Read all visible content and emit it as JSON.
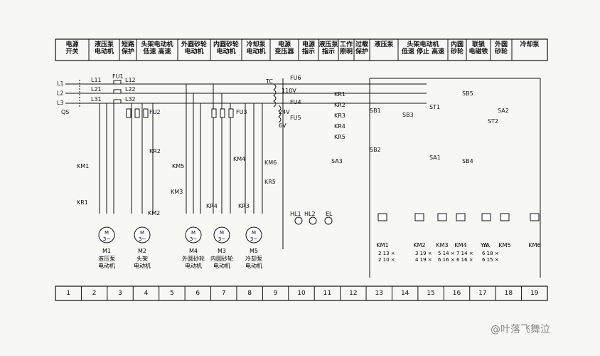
{
  "header": [
    {
      "top": "电源",
      "bottom": "开关"
    },
    {
      "top": "液压泵",
      "bottom": "电动机"
    },
    {
      "top": "短路",
      "bottom": "保护"
    },
    {
      "top": "头架电动机",
      "bottom": "低速 高速"
    },
    {
      "top": "外圆砂轮",
      "bottom": "电动机"
    },
    {
      "top": "内圆砂轮",
      "bottom": "电动机"
    },
    {
      "top": "冷却泵",
      "bottom": "电动机"
    },
    {
      "top": "电源",
      "bottom": "变压器"
    },
    {
      "top": "电源",
      "bottom": "指示"
    },
    {
      "top": "液压泵",
      "bottom": "指示"
    },
    {
      "top": "工作",
      "bottom": "照明"
    },
    {
      "top": "过载",
      "bottom": "保护"
    },
    {
      "top": "液压泵",
      "bottom": ""
    },
    {
      "top": "头架电动机",
      "bottom": "低速 停止 高速"
    },
    {
      "top": "内圆",
      "bottom": "砂轮"
    },
    {
      "top": "联锁",
      "bottom": "电磁铁"
    },
    {
      "top": "外圆",
      "bottom": "砂轮"
    },
    {
      "top": "冷却泵",
      "bottom": ""
    }
  ],
  "column_numbers": [
    "1",
    "2",
    "3",
    "4",
    "5",
    "6",
    "7",
    "8",
    "9",
    "10",
    "11",
    "12",
    "13",
    "14",
    "15",
    "16",
    "17",
    "18",
    "19"
  ],
  "power_lines": [
    "L1",
    "L2",
    "L3"
  ],
  "power_labels": {
    "qs": "QS",
    "fu1": "FU1",
    "fu2": "FU2",
    "fu3": "FU3",
    "l11": "L11",
    "l21": "L21",
    "l31": "L31",
    "l12": "L12",
    "l22": "L22",
    "l32": "L32"
  },
  "motors": [
    {
      "id": "M1",
      "name": "液压泵",
      "sub": "电动机"
    },
    {
      "id": "M2",
      "name": "头架",
      "sub": "电动机"
    },
    {
      "id": "M4",
      "name": "外圆砂轮",
      "sub": "电动机"
    },
    {
      "id": "M3",
      "name": "内圆砂轮",
      "sub": "电动机"
    },
    {
      "id": "M5",
      "name": "冷却泵",
      "sub": "电动机"
    }
  ],
  "motor_symbol": "M\n3~",
  "device_labels": [
    "KM1",
    "KR1",
    "KR2",
    "KM2",
    "KM3",
    "KM5",
    "KR4",
    "KM4",
    "KR3",
    "KM6",
    "KR5",
    "TC",
    "FU6",
    "FU4",
    "FU5",
    "HL1",
    "HL2",
    "EL",
    "SA3",
    "110V",
    "24V",
    "6V",
    "SB1",
    "SB2",
    "SB3",
    "SB4",
    "SB5",
    "ST1",
    "ST2",
    "SA1",
    "SA2",
    "YA",
    "KR1",
    "KR2",
    "KR3",
    "KR4",
    "KR5"
  ],
  "coil_labels": [
    "KM1",
    "KM2",
    "KM3",
    "KM4",
    "YA",
    "KM5",
    "KM6"
  ],
  "contact_table": [
    [
      "2",
      "13",
      "×"
    ],
    [
      "2",
      "10",
      "×"
    ],
    [
      "3",
      "19",
      "×"
    ],
    [
      "4",
      "19",
      "×"
    ],
    [
      "5",
      "14",
      "×"
    ],
    [
      "6",
      "16",
      "×"
    ],
    [
      "7",
      "14",
      "×"
    ],
    [
      "6",
      "16",
      "×"
    ],
    [
      "6",
      "18",
      "×"
    ],
    [
      "6",
      "15",
      "×"
    ]
  ],
  "watermark": "@叶落飞舞泣"
}
